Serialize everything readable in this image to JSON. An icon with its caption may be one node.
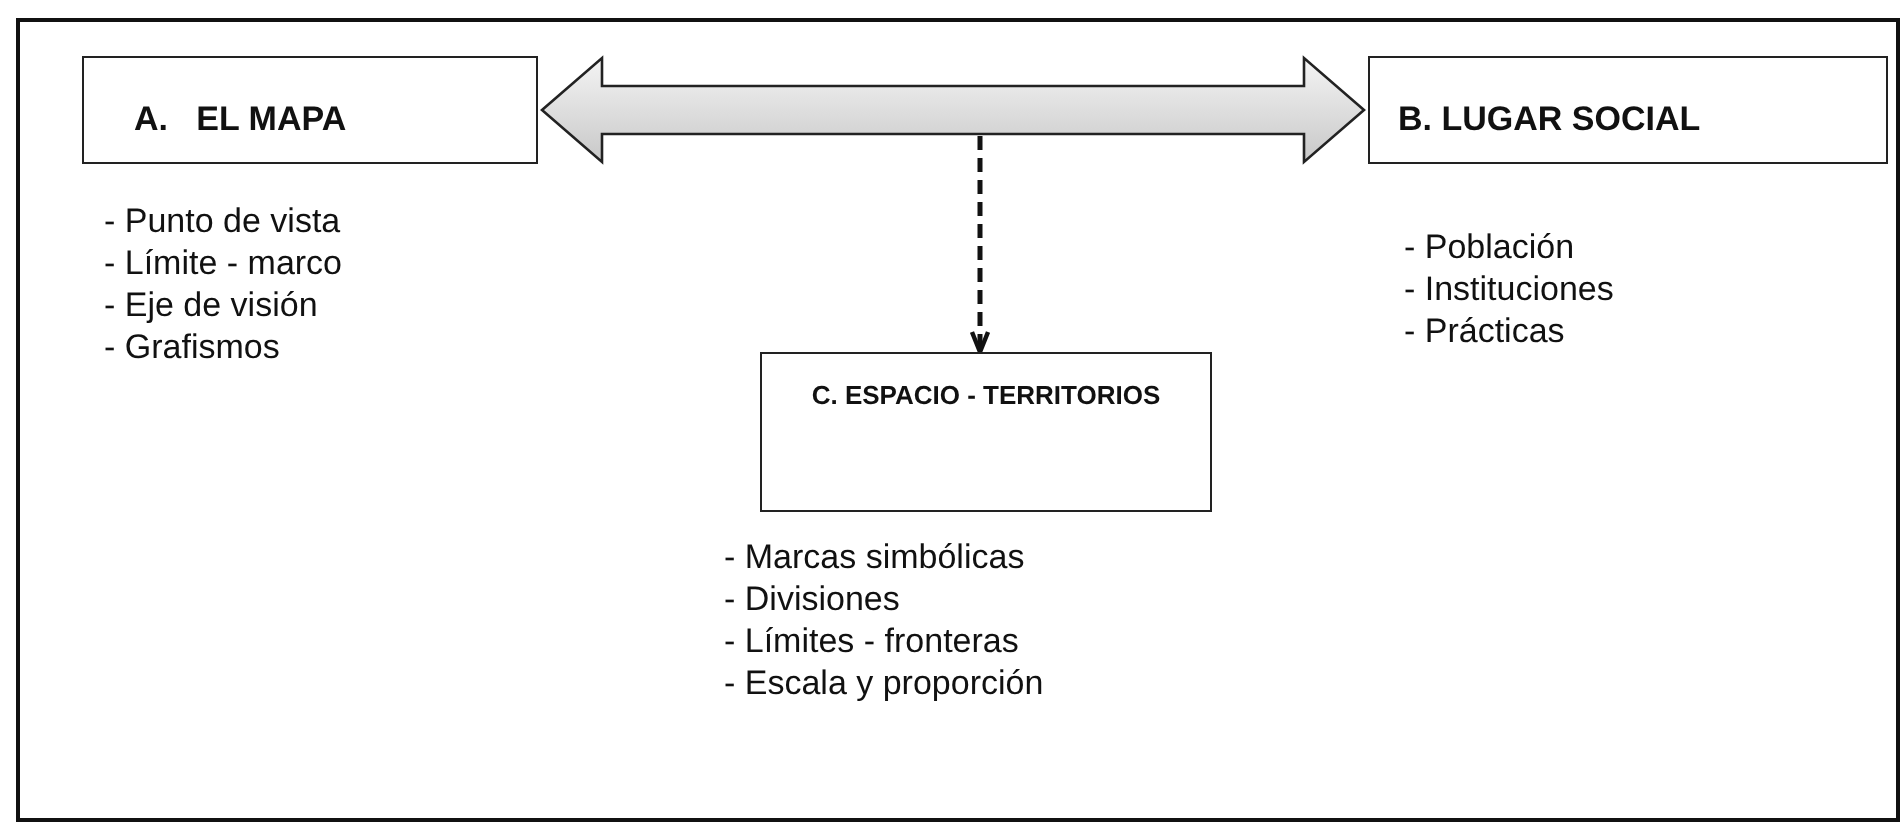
{
  "diagram": {
    "nodes": [
      {
        "text": [
          "A.   EL MAPA"
        ],
        "beside": [
          "- Punto de vista",
          "- Límite - marco",
          "- Eje de visión",
          "- Grafismos"
        ]
      },
      {
        "text": [
          "B. LUGAR SOCIAL"
        ],
        "beside": [
          "- Población",
          "- Instituciones",
          "- Prácticas"
        ]
      },
      {
        "text": [
          "C. ESPACIO - TERRITORIOS"
        ],
        "beside": [
          "- Marcas simbólicas",
          "- Divisiones",
          "- Límites - fronteras",
          "- Escala y proporción"
        ]
      }
    ],
    "edges": [
      {
        "from": 0,
        "to": 1,
        "arrow": "both",
        "style": "thick"
      },
      {
        "from": null,
        "to": 2,
        "arrow": "to",
        "style": "dashed"
      }
    ]
  }
}
